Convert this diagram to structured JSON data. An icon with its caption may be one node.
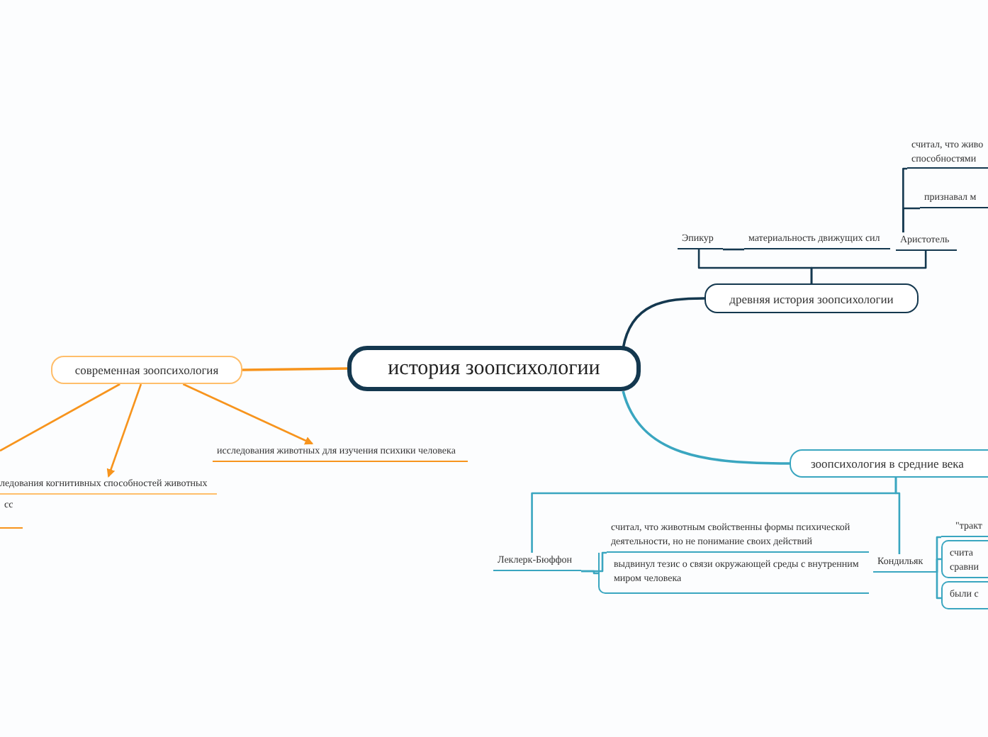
{
  "diagram": {
    "nodes": [
      {
        "text": [
          "история зоопсихологии"
        ]
      },
      {
        "text": [
          "древняя история зоопсихологии"
        ]
      },
      {
        "text": [
          "Эпикур"
        ]
      },
      {
        "text": [
          "материальность движущих сил"
        ]
      },
      {
        "text": [
          "Аристотель"
        ]
      },
      {
        "text": [
          "считал, что живо",
          "способностями"
        ]
      },
      {
        "text": [
          "признавал м"
        ]
      },
      {
        "text": [
          "зоопсихология в средние века"
        ]
      },
      {
        "text": [
          "Леклерк-Бюффон"
        ]
      },
      {
        "text": [
          "считал, что животным свойственны формы психической деятельности, но не понимание своих действий"
        ]
      },
      {
        "text": [
          "выдвинул тезис о связи окружающей среды с внутренним миром человека"
        ]
      },
      {
        "text": [
          "Кондильяк"
        ]
      },
      {
        "text": [
          "\"тракт"
        ]
      },
      {
        "text": [
          "счита",
          "сравни"
        ]
      },
      {
        "text": [
          "были с"
        ]
      },
      {
        "text": [
          "современная зоопсихология"
        ]
      },
      {
        "text": [
          "исследования животных для изучения психики человека"
        ]
      },
      {
        "text": [
          "ледования когнитивных способностей животных"
        ]
      },
      {
        "text": [
          "сс"
        ]
      }
    ],
    "edges": [
      {
        "from": 0,
        "to": 1,
        "arrow": "none",
        "color": "#14384f"
      },
      {
        "from": 1,
        "to": 2,
        "arrow": "none",
        "color": "#14384f"
      },
      {
        "from": 1,
        "to": 4,
        "arrow": "none",
        "color": "#14384f"
      },
      {
        "from": 2,
        "to": 3,
        "arrow": "none",
        "color": "#14384f"
      },
      {
        "from": 4,
        "to": 5,
        "arrow": "none",
        "color": "#14384f"
      },
      {
        "from": 4,
        "to": 6,
        "arrow": "none",
        "color": "#14384f"
      },
      {
        "from": 0,
        "to": 7,
        "arrow": "none"
      },
      {
        "from": 7,
        "to": 8,
        "arrow": "none"
      },
      {
        "from": 7,
        "to": 11,
        "arrow": "none"
      },
      {
        "from": 8,
        "to": 9,
        "arrow": "none"
      },
      {
        "from": 8,
        "to": 10,
        "arrow": "none"
      },
      {
        "from": 11,
        "to": 12,
        "arrow": "none"
      },
      {
        "from": 11,
        "to": 13,
        "arrow": "none"
      },
      {
        "from": 11,
        "to": 14,
        "arrow": "none"
      },
      {
        "from": 0,
        "to": 15,
        "arrow": "none",
        "color": "#f7941d"
      },
      {
        "from": 15,
        "to": 16,
        "arrow": "to",
        "color": "#f7941d"
      },
      {
        "from": 15,
        "to": 17,
        "arrow": "to",
        "color": "#f7941d"
      },
      {
        "from": 15,
        "to": null,
        "arrow": "none",
        "color": "#f7941d"
      }
    ]
  }
}
